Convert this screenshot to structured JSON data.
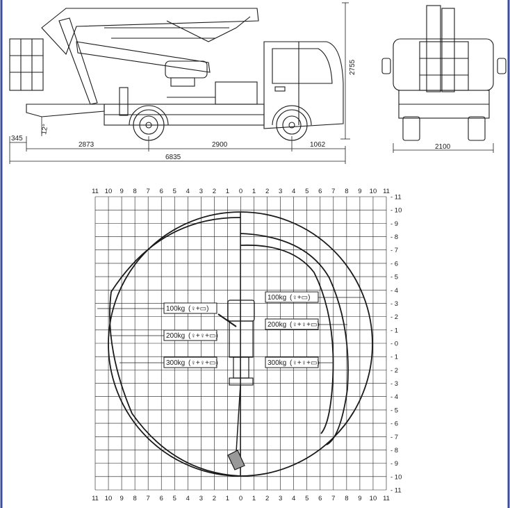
{
  "dimensions": {
    "overall_height": "2755",
    "rear_overhang": "345",
    "rear_to_axle": "2873",
    "wheelbase": "2900",
    "front_overhang": "1062",
    "overall_length": "6835",
    "width": "2100",
    "tilt_angle": "12°"
  },
  "grid": {
    "x_ticks": [
      "11",
      "10",
      "9",
      "8",
      "7",
      "6",
      "5",
      "4",
      "3",
      "2",
      "1",
      "0",
      "1",
      "2",
      "3",
      "4",
      "5",
      "6",
      "7",
      "8",
      "9",
      "10",
      "11"
    ],
    "y_ticks": [
      "11",
      "10",
      "9",
      "8",
      "7",
      "6",
      "5",
      "4",
      "3",
      "2",
      "1",
      "0",
      "1",
      "2",
      "3",
      "4",
      "5",
      "6",
      "7",
      "8",
      "9",
      "10",
      "11"
    ]
  },
  "loads": {
    "left": [
      "100kg",
      "200kg",
      "300kg"
    ],
    "right": [
      "100kg",
      "200kg",
      "300kg"
    ],
    "badges": {
      "100kg": "(♀+▭)",
      "200kg": "(♀+♀+▭)",
      "300kg": "(♀+♀+▭)"
    }
  },
  "colors": {
    "frame": "#3a4fa0",
    "ink": "#1a1a1a"
  }
}
